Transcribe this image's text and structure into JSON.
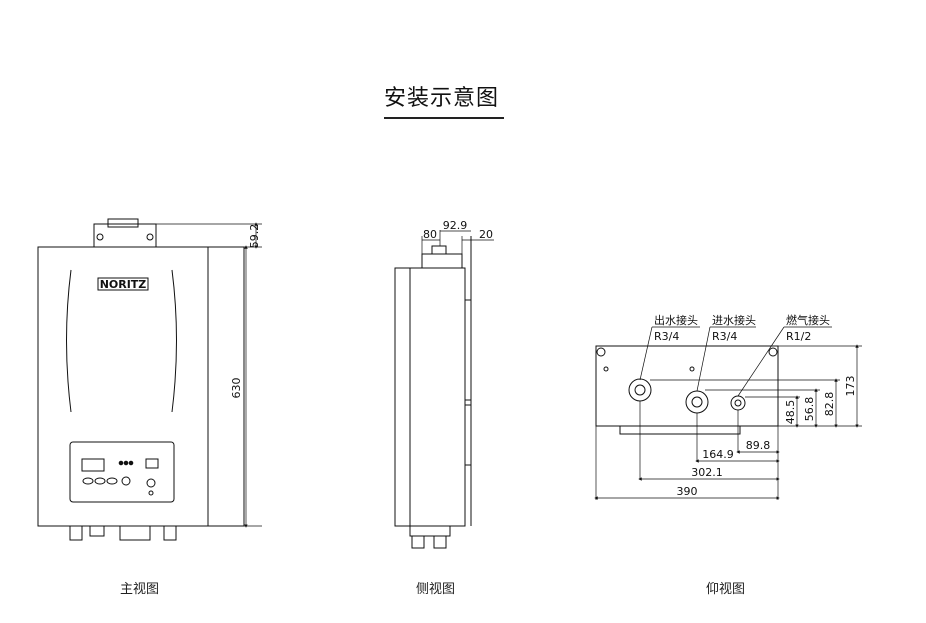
{
  "title": "安装示意图",
  "views": {
    "front": {
      "caption": "主视图",
      "brand": "NORITZ",
      "dims": {
        "top_bracket": "59.2",
        "height": "630"
      }
    },
    "side": {
      "caption": "侧视图",
      "dims": {
        "a": "80",
        "b": "92.9",
        "c": "20"
      }
    },
    "bottom": {
      "caption": "仰视图",
      "connectors": [
        {
          "name": "出水接头",
          "thread": "R3/4"
        },
        {
          "name": "进水接头",
          "thread": "R3/4"
        },
        {
          "name": "燃气接头",
          "thread": "R1/2"
        }
      ],
      "dims": {
        "depth": "173",
        "d1": "82.8",
        "d2": "56.8",
        "d3": "48.5",
        "w1": "89.8",
        "w2": "164.9",
        "w3": "302.1",
        "w4": "390"
      }
    }
  }
}
